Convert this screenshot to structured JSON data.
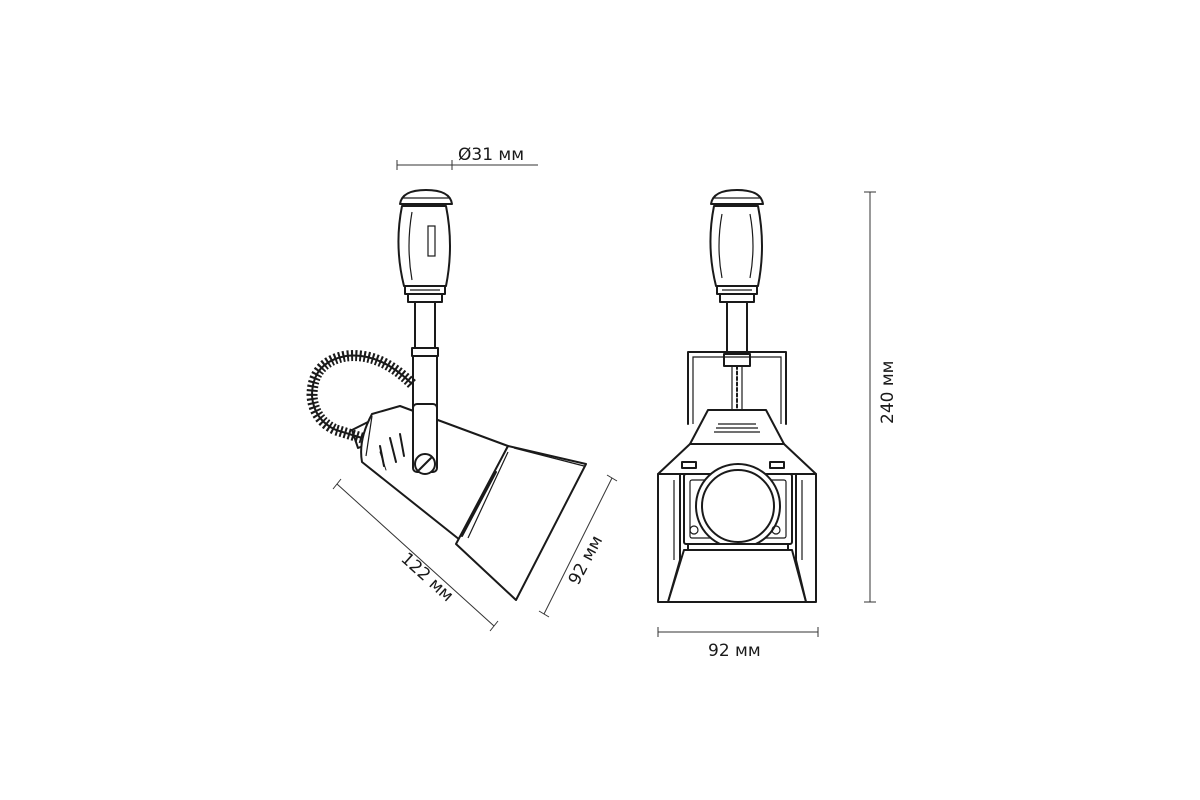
{
  "dimensions": {
    "diameter": "Ø31 мм",
    "length": "122 мм",
    "head_height": "92 мм",
    "width": "92 мм",
    "total_height": "240 мм"
  },
  "colors": {
    "line": "#1a1a1a",
    "background": "#ffffff"
  }
}
